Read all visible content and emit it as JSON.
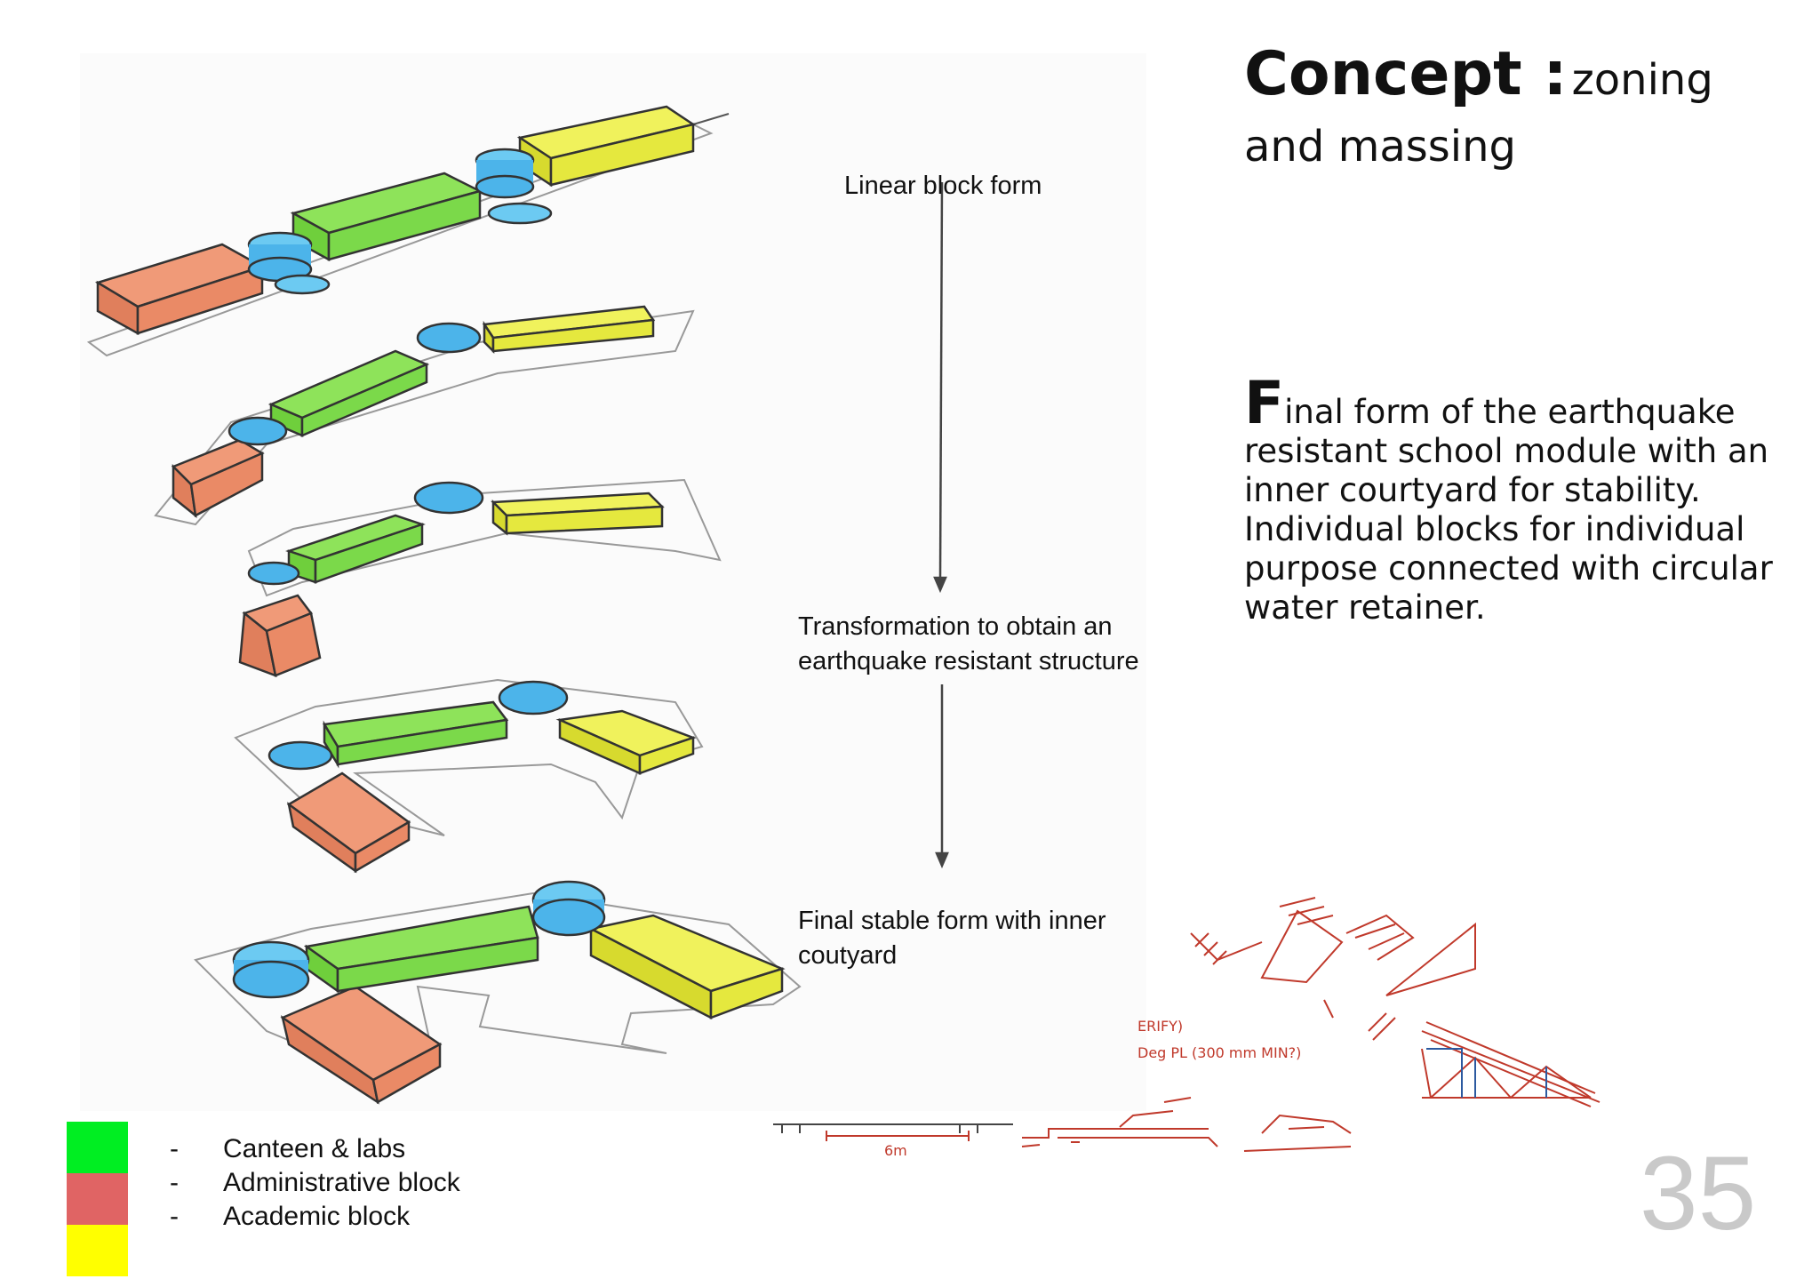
{
  "title": {
    "bold": "Concept :",
    "light_line1": "zoning",
    "light_line2": "and massing"
  },
  "description": {
    "initial": "F",
    "text": "inal form of the earthquake resistant school module with an inner courtyard for stability. Individual blocks for individual purpose  connected with circular water retainer."
  },
  "stages": [
    {
      "label": "Linear block form"
    },
    {
      "label": "Transformation to obtain an earthquake resistant structure"
    },
    {
      "label": "Final stable form with inner coutyard"
    }
  ],
  "legend": [
    {
      "dash": "-",
      "label": "Canteen & labs",
      "color": "#00ee22"
    },
    {
      "dash": "-",
      "label": "Administrative block",
      "color": "#e06464"
    },
    {
      "dash": "-",
      "label": "Academic block",
      "color": "#ffff00"
    }
  ],
  "sketch_note": {
    "line1": "ERIFY)",
    "line2": "Deg PL (300 mm MIN?)",
    "dimension": "6m"
  },
  "page_number": "35",
  "colors": {
    "green": "#7be04a",
    "red": "#ef8f6e",
    "yellow": "#ecf03c",
    "blue": "#4cb4ea",
    "page_number": "#c9c9c9"
  }
}
